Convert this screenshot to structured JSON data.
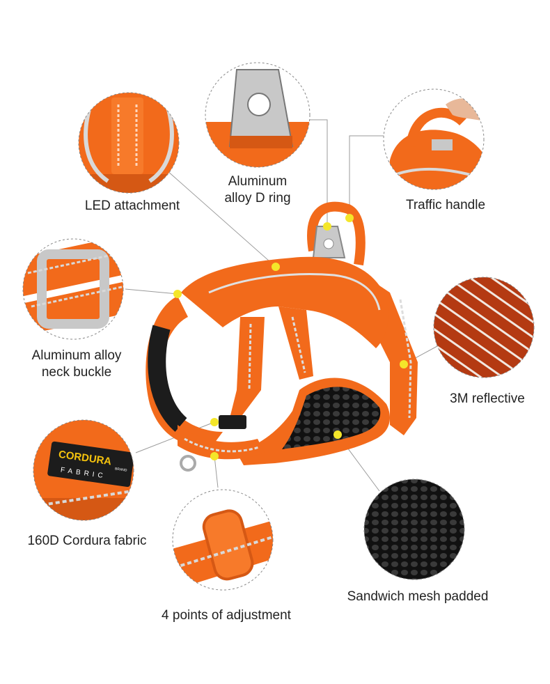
{
  "colors": {
    "harness_orange": "#f26a1b",
    "harness_dark_orange": "#c94e0c",
    "mesh_black": "#1c1c1c",
    "reflective_silver": "#d9d9d9",
    "callout_dot": "#f4e62a",
    "callout_line": "#9a9a9a",
    "label_text": "#222222"
  },
  "features": [
    {
      "id": "led",
      "label": "LED attachment"
    },
    {
      "id": "dring",
      "label_line1": "Aluminum",
      "label_line2": "alloy D ring"
    },
    {
      "id": "handle",
      "label": "Traffic handle"
    },
    {
      "id": "buckle",
      "label_line1": "Aluminum alloy",
      "label_line2": "neck buckle"
    },
    {
      "id": "reflective",
      "label": "3M reflective"
    },
    {
      "id": "cordura",
      "label": "160D Cordura fabric"
    },
    {
      "id": "adjust",
      "label": "4 points of adjustment"
    },
    {
      "id": "mesh",
      "label": "Sandwich mesh padded"
    }
  ],
  "brand": {
    "logo_text": "CORDURA",
    "logo_sub": "FABRIC",
    "logo_mark": "BRAND"
  }
}
